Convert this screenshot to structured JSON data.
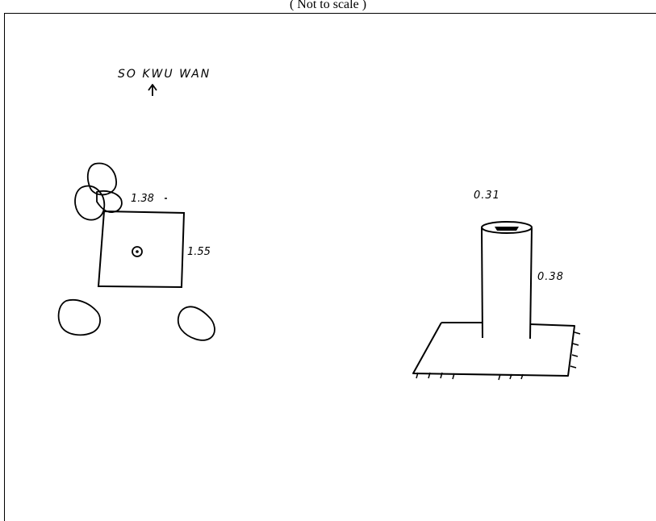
{
  "caption": "( Not to scale )",
  "plan": {
    "direction_label": "SO KWU WAN",
    "width_label": "1.38",
    "depth_label": "1.55"
  },
  "elevation": {
    "diameter_label": "0.31",
    "height_label": "0.38"
  }
}
